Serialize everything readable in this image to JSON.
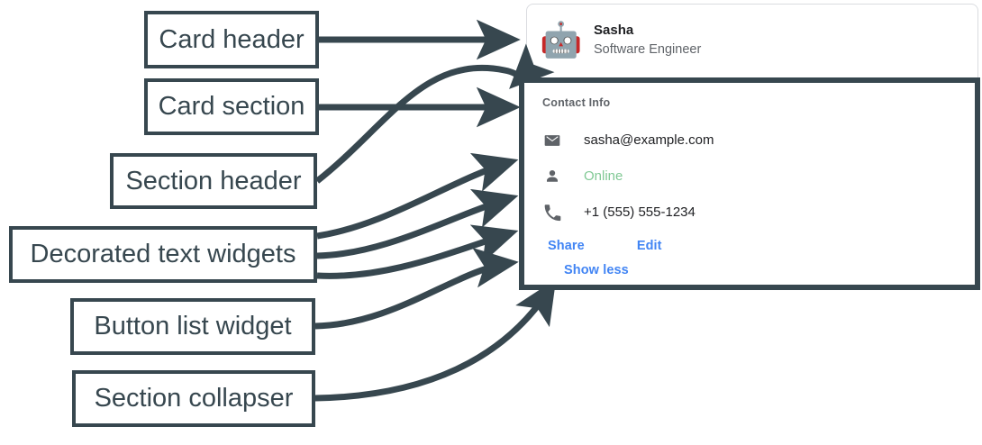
{
  "annotations": [
    {
      "label": "Card header",
      "name": "callout-card-header"
    },
    {
      "label": "Card section",
      "name": "callout-card-section"
    },
    {
      "label": "Section header",
      "name": "callout-section-header"
    },
    {
      "label": "Decorated text widgets",
      "name": "callout-decorated-text-widgets"
    },
    {
      "label": "Button list widget",
      "name": "callout-button-list-widget"
    },
    {
      "label": "Section collapser",
      "name": "callout-section-collapser"
    }
  ],
  "card": {
    "header": {
      "avatar_icon": "robot-avatar-icon",
      "avatar_glyph": "🤖",
      "title": "Sasha",
      "subtitle": "Software Engineer"
    },
    "section": {
      "header": "Contact Info",
      "rows": [
        {
          "icon": "email-icon",
          "text": "sasha@example.com",
          "style": "default"
        },
        {
          "icon": "person-icon",
          "text": "Online",
          "style": "online"
        },
        {
          "icon": "phone-icon",
          "text": "+1 (555) 555-1234",
          "style": "default"
        }
      ],
      "buttons": [
        {
          "label": "Share",
          "name": "share-button"
        },
        {
          "label": "Edit",
          "name": "edit-button"
        }
      ],
      "collapser": "Show less"
    }
  },
  "colors": {
    "annotation": "#37474f",
    "link_blue": "#4285f4",
    "status_green": "#81c995",
    "icon_gray": "#5f6368",
    "text_primary": "#202124",
    "text_secondary": "#5f6368",
    "card_border": "#dadce0"
  }
}
